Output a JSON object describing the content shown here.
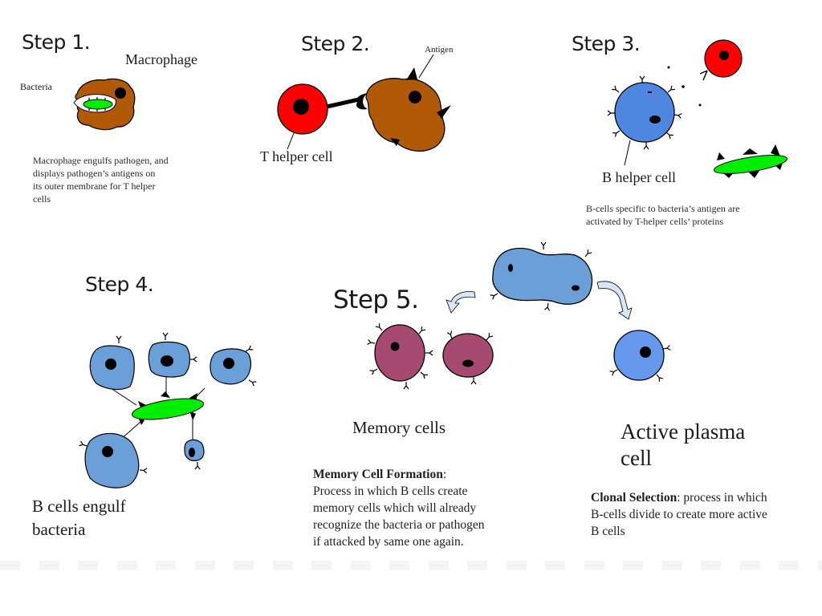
{
  "steps": [
    {
      "title": "Step 1.",
      "labels": {
        "cell": "Macrophage",
        "pathogen": "Bacteria"
      },
      "caption": [
        "Macrophage engulfs pathogen, and",
        "displays pathogen’s antigens on",
        "its outer membrane for T helper",
        "cells"
      ]
    },
    {
      "title": "Step 2.",
      "labels": {
        "antigen": "Antigen",
        "cell": "T helper cell"
      }
    },
    {
      "title": "Step 3.",
      "labels": {
        "cell": "B helper cell"
      },
      "caption": [
        "B-cells specific to bacteria’s antigen are",
        "activated by T-helper cells’ proteins"
      ]
    },
    {
      "title": "Step 4.",
      "caption": [
        "B cells engulf",
        "bacteria"
      ]
    },
    {
      "title": "Step 5.",
      "memory": {
        "label": "Memory cells",
        "term": "Memory Cell Formation",
        "definition_lines": [
          ": ",
          "Process in which B cells create",
          "memory cells which will already",
          "recognize the bacteria or pathogen",
          "if attacked by same one again."
        ]
      },
      "plasma": {
        "label_lines": [
          "Active plasma",
          "cell"
        ],
        "term": "Clonal Selection",
        "definition_lines": [
          ": process in which",
          "B-cells divide to create more active",
          "B cells"
        ]
      }
    }
  ],
  "colors": {
    "macrophage": "#b05a08",
    "bacteria": "#00ee00",
    "t_cell": "#ff0000",
    "b_cell": "#4f86e0",
    "b_cell_light": "#6a9fd8",
    "memory_cell": "#a64a72",
    "plasma_cell": "#6699ee",
    "arrow": "#d6e6f5",
    "outline": "#000000"
  }
}
